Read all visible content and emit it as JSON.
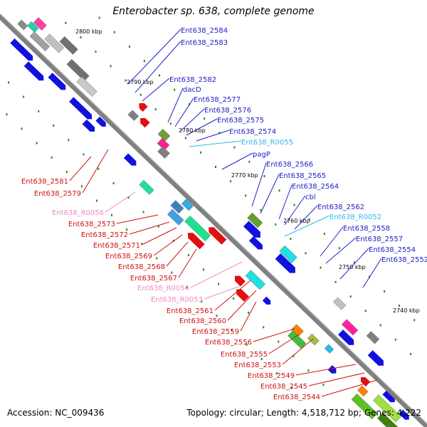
{
  "title": "Enterobacter sp. 638, complete genome",
  "footer": {
    "accession": "Accession: NC_009436",
    "summary": "Topology: circular; Length: 4,518,712 bp; Genes: 4,222"
  },
  "colors": {
    "plus_label": "#2020c8",
    "minus_label": "#d01010",
    "rna_plus_label": "#30b8e8",
    "rna_minus_label": "#f08ac0",
    "backbone": "#808080",
    "tick": "#1a8a1a"
  },
  "kbp_ticks": [
    "2800 kbp",
    "2790 kbp",
    "2780 kbp",
    "2770 kbp",
    "2760 kbp",
    "2750 kbp",
    "2740 kbp"
  ],
  "upper_labels": [
    {
      "text": "Ent638_2584",
      "kind": "plus"
    },
    {
      "text": "Ent638_2583",
      "kind": "plus"
    },
    {
      "text": "Ent638_2582",
      "kind": "plus"
    },
    {
      "text": "dacD",
      "kind": "plus"
    },
    {
      "text": "Ent638_2577",
      "kind": "plus"
    },
    {
      "text": "Ent638_2576",
      "kind": "plus"
    },
    {
      "text": "Ent638_2575",
      "kind": "plus"
    },
    {
      "text": "Ent638_2574",
      "kind": "plus"
    },
    {
      "text": "Ent638_R0055",
      "kind": "rna"
    },
    {
      "text": "pagP",
      "kind": "plus"
    },
    {
      "text": "Ent638_2566",
      "kind": "plus"
    },
    {
      "text": "Ent638_2565",
      "kind": "plus"
    },
    {
      "text": "Ent638_2564",
      "kind": "plus"
    },
    {
      "text": "cbl",
      "kind": "plus"
    },
    {
      "text": "Ent638_2562",
      "kind": "plus"
    },
    {
      "text": "Ent638_R0052",
      "kind": "rna"
    },
    {
      "text": "Ent638_2558",
      "kind": "plus"
    },
    {
      "text": "Ent638_2557",
      "kind": "plus"
    },
    {
      "text": "Ent638_2554",
      "kind": "plus"
    },
    {
      "text": "Ent638_2552",
      "kind": "plus"
    }
  ],
  "lower_labels": [
    {
      "text": "Ent638_2581",
      "kind": "minus"
    },
    {
      "text": "Ent638_2579",
      "kind": "minus"
    },
    {
      "text": "Ent638_R0056",
      "kind": "rna"
    },
    {
      "text": "Ent638_2573",
      "kind": "minus"
    },
    {
      "text": "Ent638_2572",
      "kind": "minus"
    },
    {
      "text": "Ent638_2571",
      "kind": "minus"
    },
    {
      "text": "Ent638_2569",
      "kind": "minus"
    },
    {
      "text": "Ent638_2568",
      "kind": "minus"
    },
    {
      "text": "Ent638_2567",
      "kind": "minus"
    },
    {
      "text": "Ent638_R0054",
      "kind": "rna"
    },
    {
      "text": "Ent638_R0053",
      "kind": "rna"
    },
    {
      "text": "Ent638_2561",
      "kind": "minus"
    },
    {
      "text": "Ent638_2560",
      "kind": "minus"
    },
    {
      "text": "Ent638_2559",
      "kind": "minus"
    },
    {
      "text": "Ent638_2556",
      "kind": "minus"
    },
    {
      "text": "Ent638_2555",
      "kind": "minus"
    },
    {
      "text": "Ent638_2553",
      "kind": "minus"
    },
    {
      "text": "Ent638_2549",
      "kind": "minus"
    },
    {
      "text": "Ent638_2545",
      "kind": "minus"
    },
    {
      "text": "Ent638_2544",
      "kind": "minus"
    }
  ]
}
